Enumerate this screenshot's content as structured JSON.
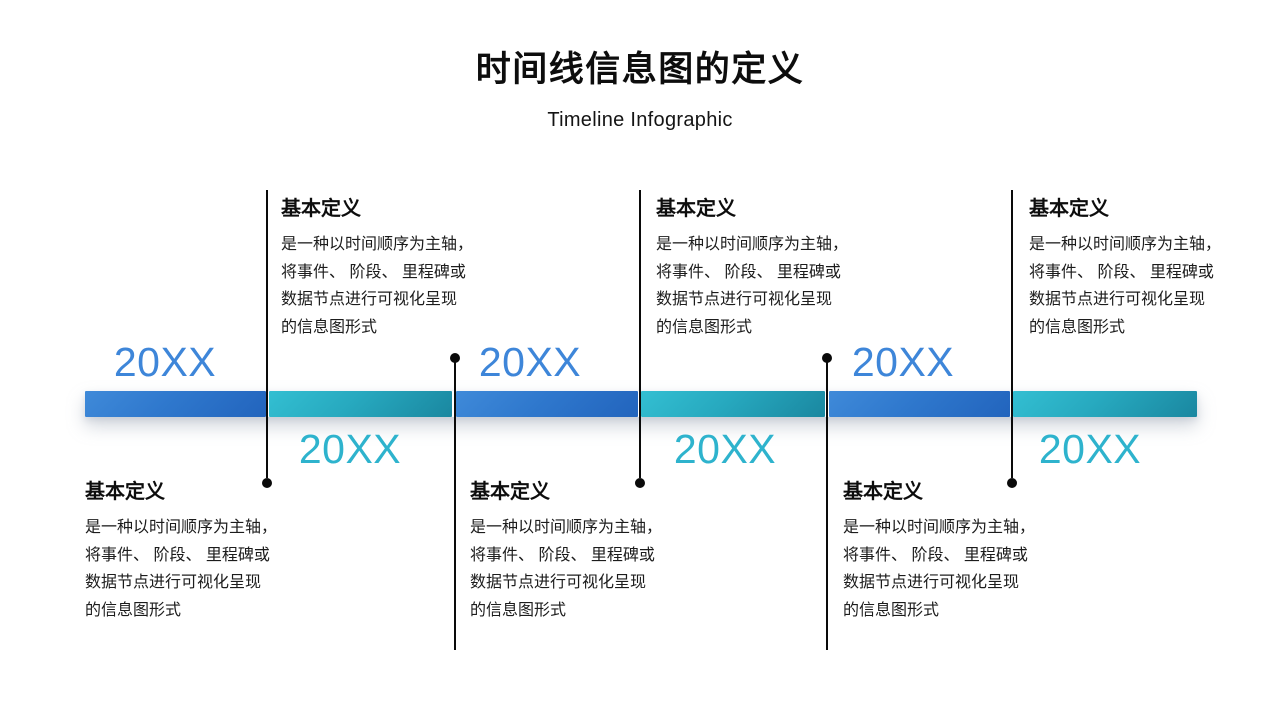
{
  "header": {
    "title": "时间线信息图的定义",
    "subtitle": "Timeline Infographic"
  },
  "timeline": {
    "events": [
      {
        "year": "20XX",
        "heading": "基本定义",
        "description": "是一种以时间顺序为主轴，\n将事件、 阶段、 里程碑或\n数据节点进行可视化呈现\n的信息图形式"
      },
      {
        "year": "20XX",
        "heading": "基本定义",
        "description": "是一种以时间顺序为主轴，\n将事件、 阶段、 里程碑或\n数据节点进行可视化呈现\n的信息图形式"
      },
      {
        "year": "20XX",
        "heading": "基本定义",
        "description": "是一种以时间顺序为主轴，\n将事件、 阶段、 里程碑或\n数据节点进行可视化呈现\n的信息图形式"
      },
      {
        "year": "20XX",
        "heading": "基本定义",
        "description": "是一种以时间顺序为主轴，\n将事件、 阶段、 里程碑或\n数据节点进行可视化呈现\n的信息图形式"
      },
      {
        "year": "20XX",
        "heading": "基本定义",
        "description": "是一种以时间顺序为主轴，\n将事件、 阶段、 里程碑或\n数据节点进行可视化呈现\n的信息图形式"
      },
      {
        "year": "20XX",
        "heading": "基本定义",
        "description": "是一种以时间顺序为主轴，\n将事件、 阶段、 里程碑或\n数据节点进行可视化呈现\n的信息图形式"
      }
    ]
  },
  "colors": {
    "segment_blue_start": "#3f8ad9",
    "segment_blue_end": "#2264bd",
    "segment_teal_start": "#33bfd2",
    "segment_teal_end": "#1a87a0",
    "year_blue": "#3e86d9",
    "year_teal": "#2eb3cd",
    "connector": "#0a0a0a",
    "text": "#1c1c1c"
  }
}
